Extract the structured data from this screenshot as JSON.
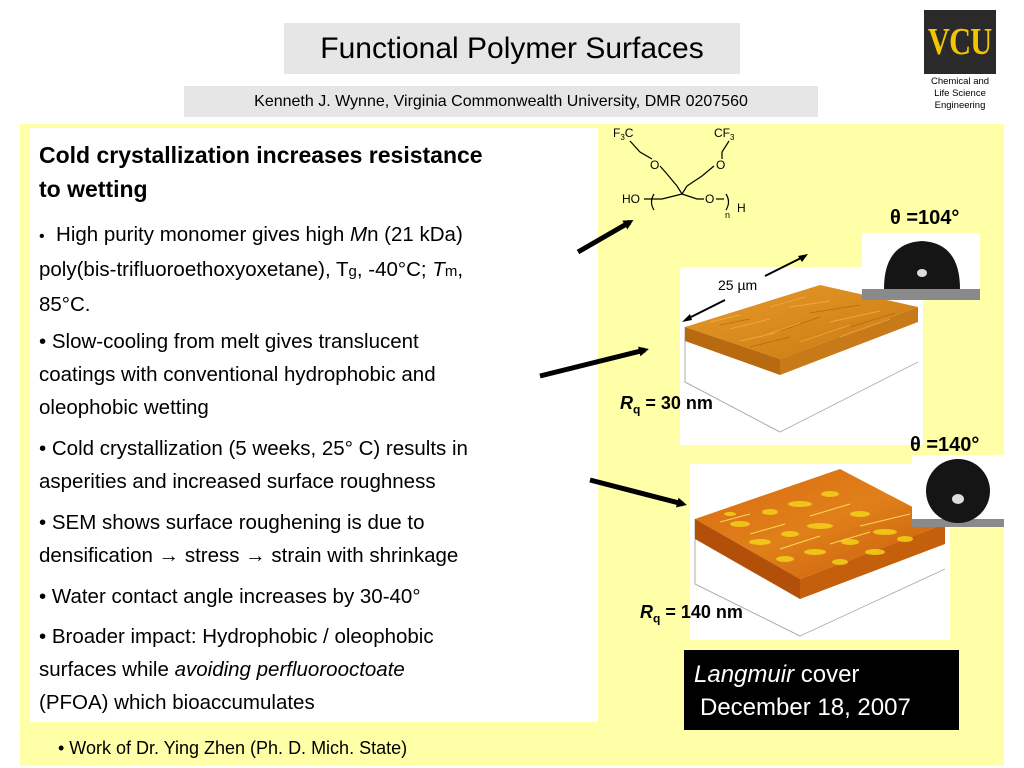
{
  "title": "Functional Polymer Surfaces",
  "author_line": "Kenneth J. Wynne, Virginia Commonwealth University, DMR 0207560",
  "logo": {
    "text": "VCU",
    "caption": [
      "Chemical and",
      "Life Science",
      "Engineering"
    ]
  },
  "heading": [
    "Cold crystallization increases resistance",
    "to wetting"
  ],
  "bullets": {
    "b1": {
      "bullet": "•",
      "pre": "High purity monomer gives high ",
      "mn_italic": "M",
      "mn_rest": "n (21 kDa)",
      "line2_a": "poly(bis-trifluoroethoxyoxetane), T",
      "g_sub": "g",
      "line2_b": ", -40°C; ",
      "tm_italic": "T",
      "m_sub": "m",
      "line2_c": ",",
      "line3": "85°C."
    },
    "b2": [
      "•  Slow-cooling from melt gives translucent",
      "coatings with conventional hydrophobic and",
      "oleophobic wetting"
    ],
    "b3": [
      "• Cold crystallization (5 weeks, 25°  C) results in",
      "asperities and increased surface roughness"
    ],
    "b4": [
      "•  SEM shows surface roughening is due to",
      "densification → stress → strain with shrinkage"
    ],
    "b5": "•  Water contact angle increases by 30-40°",
    "b6": {
      "line1": "• Broader impact: Hydrophobic / oleophobic",
      "line2_a": "surfaces while ",
      "line2_italic": "avoiding perfluorooctoate",
      "line3": "(PFOA) which bioaccumulates"
    }
  },
  "footer_note": "• Work of Dr. Ying Zhen (Ph. D. Mich. State)",
  "structure": {
    "f3c": "F",
    "f3c_sub": "3",
    "f3c_c": "C",
    "cf3": "CF",
    "cf3_sub": "3",
    "o1": "O",
    "o2": "O",
    "o3": "O",
    "ho": "HO",
    "n": "n",
    "h": "H"
  },
  "angles": {
    "top": "θ =104°",
    "bottom": "θ =140°"
  },
  "scale_label": "25 µm",
  "roughness": {
    "top": {
      "r": "R",
      "sub": "q",
      "value": " = 30 nm"
    },
    "bottom": {
      "r": "R",
      "sub": "q",
      "value": " = 140 nm"
    }
  },
  "cover": {
    "journal": "Langmuir",
    "word": " cover",
    "date": "December 18, 2007"
  },
  "colors": {
    "panel_yellow": "#ffffa8",
    "title_gray": "#e6e6e6",
    "afm_orange": "#d98a1c"
  }
}
